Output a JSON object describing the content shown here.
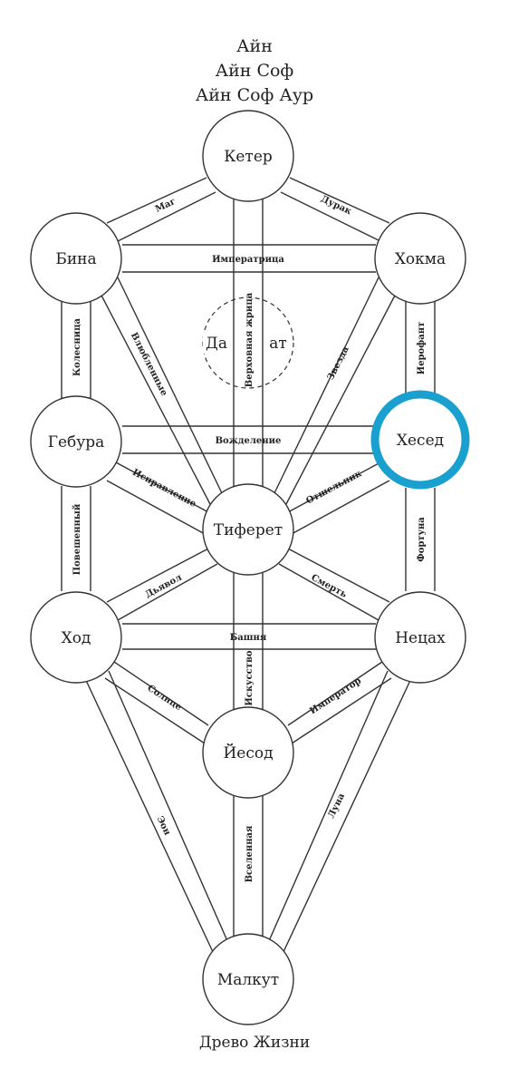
{
  "header": {
    "line1": "Айн",
    "line2": "Айн Соф",
    "line3": "Айн Соф Аур"
  },
  "footer": {
    "caption": "Древо Жизни"
  },
  "sefirot": {
    "keter": "Кетер",
    "bina": "Бина",
    "hokma": "Хокма",
    "gebura": "Гебура",
    "hesed": "Хесед",
    "tiferet": "Тиферет",
    "hod": "Ход",
    "netsah": "Нецах",
    "yesod": "Йесод",
    "malkut": "Малкут",
    "daat_left": "Да",
    "daat_right": "ат"
  },
  "paths": {
    "mag": "Маг",
    "durak": "Дурак",
    "imperatrica": "Императрица",
    "verhovnaya": "Верховная жрица",
    "kolesnica": "Колесница",
    "vlyublennye": "Влюбленные",
    "zvezda": "Звезда",
    "ierofant": "Иерофант",
    "vozhdelenie": "Вожделение",
    "ispravlenie": "Исправление",
    "otshelnik": "Отшельник",
    "poveshenny": "Повешенный",
    "fortuna": "Фортуна",
    "dyavol": "Дьявол",
    "smert": "Смерть",
    "bashnya": "Башня",
    "solnce": "Солнце",
    "iskusstvo": "Искусство",
    "imperator": "Император",
    "eon": "Эон",
    "luna": "Луна",
    "vselennaya": "Вселенная"
  },
  "highlight": {
    "target": "Хесед",
    "color": "#1aa0cf"
  }
}
